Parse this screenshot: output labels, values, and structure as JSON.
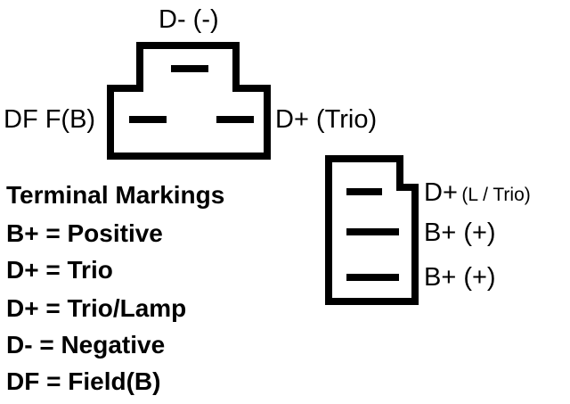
{
  "connector_a": {
    "top_label": "D- (-)",
    "left_label": "DF F(B)",
    "right_label": "D+ (Trio)"
  },
  "connector_b": {
    "label_1_prefix": "D+",
    "label_1_suffix": "(L / Trio)",
    "label_2": "B+ (+)",
    "label_3": "B+ (+)"
  },
  "legend": {
    "title": "Terminal Markings",
    "items": [
      "B+ = Positive",
      "D+ = Trio",
      "D+ = Trio/Lamp",
      "D- = Negative",
      "DF = Field(B)"
    ]
  },
  "colors": {
    "line": "#000000",
    "background": "#ffffff"
  }
}
